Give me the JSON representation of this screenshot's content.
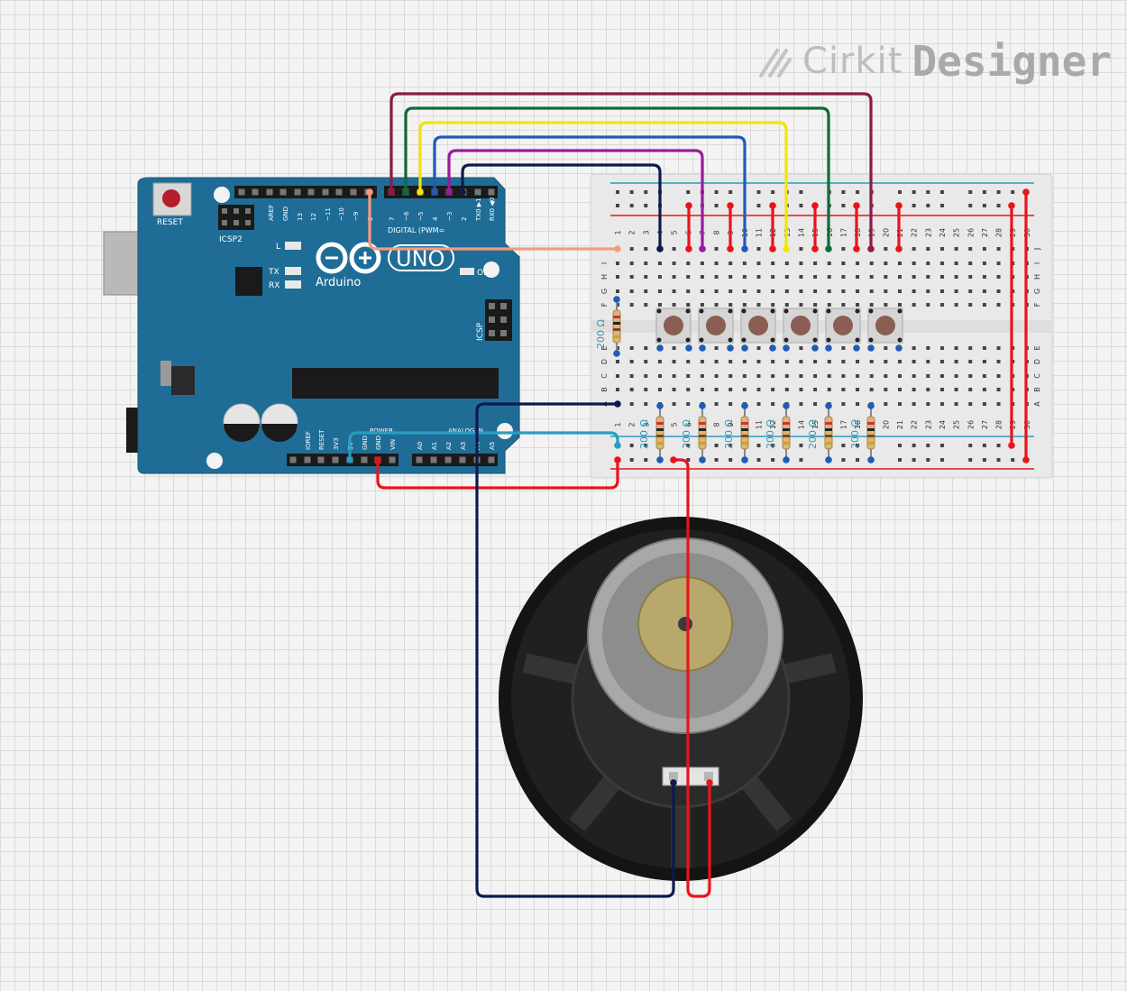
{
  "watermark": {
    "brand": "Cirkit",
    "product": "Designer",
    "icon": "cirkit-logo-icon"
  },
  "arduino": {
    "reset": "RESET",
    "icsp2": "ICSP2",
    "icsp": "ICSP",
    "led_l": "L",
    "led_tx": "TX",
    "led_rx": "RX",
    "led_on": "ON",
    "logo_uno": "UNO",
    "logo_text": "Arduino",
    "digital_header": "DIGITAL (PWM=",
    "power_header": "POWER",
    "analog_header": "ANALOG IN",
    "digital_pins": [
      "AREF",
      "GND",
      "13",
      "12",
      "~11",
      "~10",
      "~9",
      "8",
      "7",
      "~6",
      "~5",
      "4",
      "~3",
      "2",
      "TX0 ▶1",
      "RX0 ◀0"
    ],
    "power_pins": [
      "IOREF",
      "RESET",
      "3V3",
      "5V",
      "GND",
      "GND",
      "VIN"
    ],
    "analog_pins": [
      "A0",
      "A1",
      "A2",
      "A3",
      "A4",
      "A5"
    ]
  },
  "breadboard": {
    "columns": [
      "1",
      "2",
      "3",
      "4",
      "5",
      "6",
      "7",
      "8",
      "9",
      "10",
      "11",
      "12",
      "13",
      "14",
      "15",
      "16",
      "17",
      "18",
      "19",
      "20",
      "21",
      "22",
      "23",
      "24",
      "25",
      "26",
      "27",
      "28",
      "29",
      "30"
    ],
    "rows_top": [
      "J",
      "I",
      "H",
      "G",
      "F"
    ],
    "rows_bottom": [
      "E",
      "D",
      "C",
      "B",
      "A"
    ]
  },
  "resistor_label": "200 Ω",
  "colors": {
    "board": "#1f6d96",
    "wire_maroon": "#8b1a4a",
    "wire_green": "#0f6b3a",
    "wire_yellow": "#f2e600",
    "wire_blue": "#1f5bb8",
    "wire_purple": "#9a1aa0",
    "wire_navy": "#0c1a4d",
    "wire_salmon": "#f59a80",
    "wire_teal": "#2a9cc0",
    "wire_red": "#e8141c"
  }
}
